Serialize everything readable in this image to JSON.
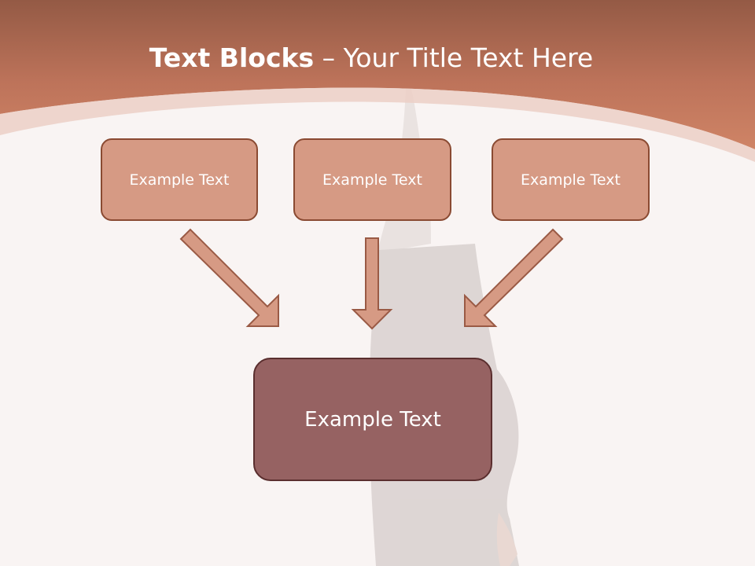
{
  "title": {
    "bold": "Text Blocks",
    "separator": " – ",
    "rest": "Your Title Text Here"
  },
  "boxes": {
    "top": [
      {
        "label": "Example Text"
      },
      {
        "label": "Example Text"
      },
      {
        "label": "Example Text"
      }
    ],
    "bottom": {
      "label": "Example Text"
    }
  },
  "colors": {
    "header": "#c57b5f",
    "small_box_fill": "#d69a84",
    "small_box_border": "#8a4a32",
    "big_box_fill": "#966262",
    "arrow_fill": "#d69a84",
    "arrow_stroke": "#9a5a45",
    "background": "#f9f4f3"
  }
}
